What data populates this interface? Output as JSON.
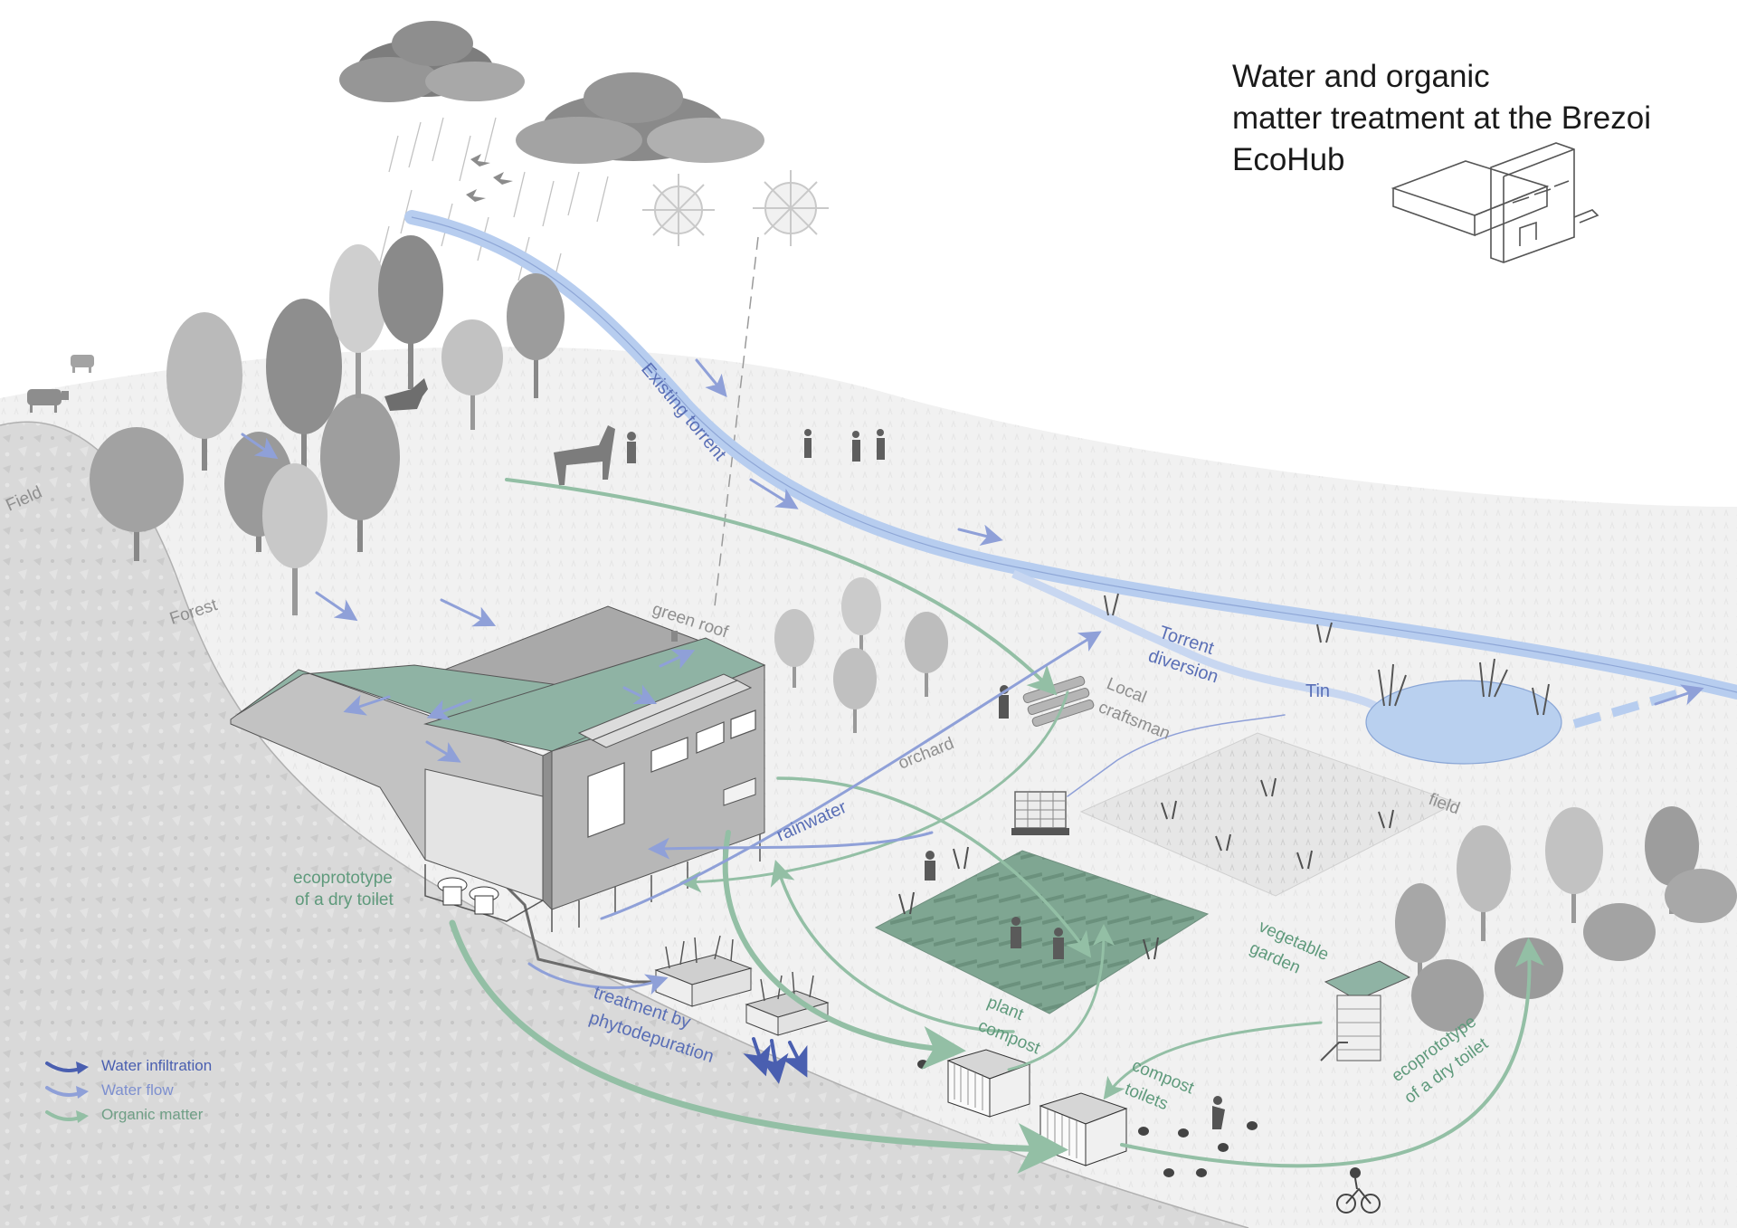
{
  "title": {
    "line1": "Water and organic",
    "line2": "matter treatment at the Brezoi",
    "line3": "EcoHub"
  },
  "labels": {
    "field_left": "Field",
    "forest": "Forest",
    "green_roof": "green roof",
    "existing_torrent": "Existing torrent",
    "torrent_diversion_1": "Torrent",
    "torrent_diversion_2": "diversion",
    "tin": "Tin",
    "local_craftsman_1": "Local",
    "local_craftsman_2": "craftsman",
    "orchard": "orchard",
    "rainwater": "rainwater",
    "field_right": "field",
    "dry_toilet_left_1": "ecoprototype",
    "dry_toilet_left_2": "of a dry toilet",
    "vegetable_garden_1": "vegetable",
    "vegetable_garden_2": "garden",
    "phyto_1": "treatment by",
    "phyto_2": "phytodepuration",
    "plant_compost_1": "plant",
    "plant_compost_2": "compost",
    "compost_toilets_1": "compost",
    "compost_toilets_2": "toilets",
    "dry_toilet_right_1": "ecoprototype",
    "dry_toilet_right_2": "of a dry toilet"
  },
  "legend": {
    "items": [
      {
        "label": "Water infiltration",
        "color": "#4a5fb0"
      },
      {
        "label": "Water flow",
        "color": "#8fa0d8"
      },
      {
        "label": "Organic matter",
        "color": "#93bfa5"
      }
    ]
  },
  "colors": {
    "water_infiltration": "#4a5fb0",
    "water_flow": "#8fa0d8",
    "organic_matter": "#93bfa5",
    "torrent": "#b7cdef",
    "pond": "#b9d0ef",
    "green_roof": "#8fb3a4",
    "terrain": "#dcdcdc",
    "building": "#b9b9b9"
  }
}
